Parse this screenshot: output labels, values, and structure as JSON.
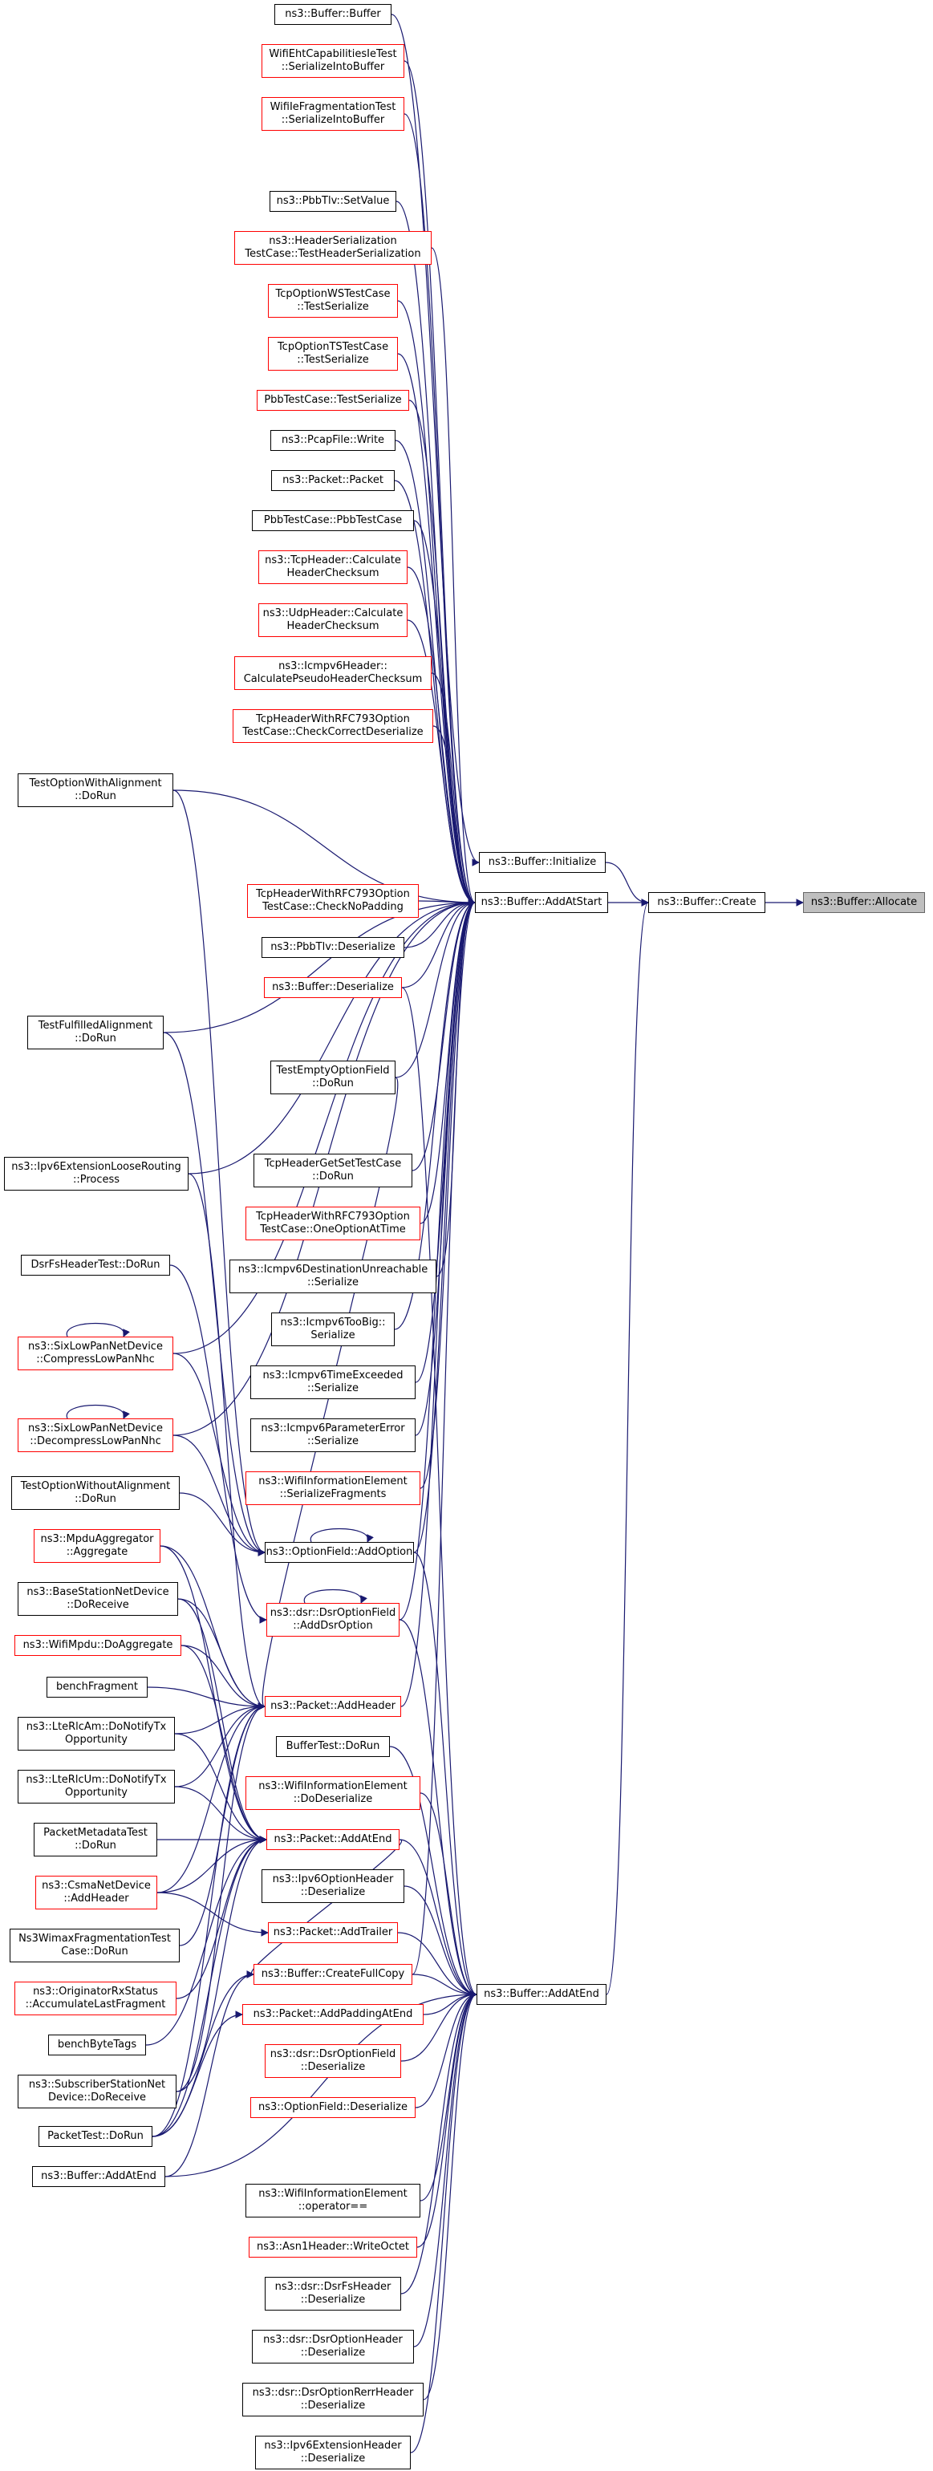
{
  "colors": {
    "edge": "#191970",
    "box": "#000000",
    "red_box": "#ff0000",
    "root_fill": "#bfbfbf",
    "root_border": "#666666"
  },
  "nodes": {
    "buffer_allocate": [
      "ns3::Buffer::Allocate"
    ],
    "buffer_create": [
      "ns3::Buffer::Create"
    ],
    "buffer_initialize": [
      "ns3::Buffer::Initialize"
    ],
    "buffer_addatstart": [
      "ns3::Buffer::AddAtStart"
    ],
    "buffer_addatend": [
      "ns3::Buffer::AddAtEnd"
    ],
    "buffer_buffer": [
      "ns3::Buffer::Buffer"
    ],
    "wifieht_serialize": [
      "WifiEhtCapabilitiesIeTest",
      "::SerializeIntoBuffer"
    ],
    "wifiie_frag_serialize": [
      "WifiIeFragmentationTest",
      "::SerializeIntoBuffer"
    ],
    "pbbtlv_setvalue": [
      "ns3::PbbTlv::SetValue"
    ],
    "headerserial_testcase": [
      "ns3::HeaderSerialization",
      "TestCase::TestHeaderSerialization"
    ],
    "tcpoptws_testserialize": [
      "TcpOptionWSTestCase",
      "::TestSerialize"
    ],
    "tcpoptts_testserialize": [
      "TcpOptionTSTestCase",
      "::TestSerialize"
    ],
    "pbbtestcase_testserialize": [
      "PbbTestCase::TestSerialize"
    ],
    "pcapfile_write": [
      "ns3::PcapFile::Write"
    ],
    "packet_packet": [
      "ns3::Packet::Packet"
    ],
    "pbbtestcase_pbbtestcase": [
      "PbbTestCase::PbbTestCase"
    ],
    "tcpheader_checksum": [
      "ns3::TcpHeader::Calculate",
      "HeaderChecksum"
    ],
    "udpheader_checksum": [
      "ns3::UdpHeader::Calculate",
      "HeaderChecksum"
    ],
    "icmpv6header_pseudo": [
      "ns3::Icmpv6Header::",
      "CalculatePseudoHeaderChecksum"
    ],
    "tcprfc793_checkcorrect": [
      "TcpHeaderWithRFC793Option",
      "TestCase::CheckCorrectDeserialize"
    ],
    "testoptwithalign_dorun": [
      "TestOptionWithAlignment",
      "::DoRun"
    ],
    "tcprfc793_checknopadding": [
      "TcpHeaderWithRFC793Option",
      "TestCase::CheckNoPadding"
    ],
    "pbbtlv_deserialize": [
      "ns3::PbbTlv::Deserialize"
    ],
    "buffer_deserialize": [
      "ns3::Buffer::Deserialize"
    ],
    "testfulfilledalign_dorun": [
      "TestFulfilledAlignment",
      "::DoRun"
    ],
    "testemptyoptfield_dorun": [
      "TestEmptyOptionField",
      "::DoRun"
    ],
    "ipv6extloose_process": [
      "ns3::Ipv6ExtensionLooseRouting",
      "::Process"
    ],
    "tcpheadergetset_dorun": [
      "TcpHeaderGetSetTestCase",
      "::DoRun"
    ],
    "tcprfc793_oneopt": [
      "TcpHeaderWithRFC793Option",
      "TestCase::OneOptionAtTime"
    ],
    "dsrfsheadertest_dorun": [
      "DsrFsHeaderTest::DoRun"
    ],
    "icmpv6destunreach_serialize": [
      "ns3::Icmpv6DestinationUnreachable",
      "::Serialize"
    ],
    "sixlowpan_compress": [
      "ns3::SixLowPanNetDevice",
      "::CompressLowPanNhc"
    ],
    "icmpv6toobig_serialize": [
      "ns3::Icmpv6TooBig::",
      "Serialize"
    ],
    "icmpv6timeexceeded_serialize": [
      "ns3::Icmpv6TimeExceeded",
      "::Serialize"
    ],
    "sixlowpan_decompress": [
      "ns3::SixLowPanNetDevice",
      "::DecompressLowPanNhc"
    ],
    "icmpv6paramerror_serialize": [
      "ns3::Icmpv6ParameterError",
      "::Serialize"
    ],
    "testoptwithoutalign_dorun": [
      "TestOptionWithoutAlignment",
      "::DoRun"
    ],
    "wifiinfo_serializefrag": [
      "ns3::WifiInformationElement",
      "::SerializeFragments"
    ],
    "mpduaggregator_aggregate": [
      "ns3::MpduAggregator",
      "::Aggregate"
    ],
    "optionfield_addoption": [
      "ns3::OptionField::AddOption"
    ],
    "basestation_doreceive": [
      "ns3::BaseStationNetDevice",
      "::DoReceive"
    ],
    "dsroptionfield_adddsroption": [
      "ns3::dsr::DsrOptionField",
      "::AddDsrOption"
    ],
    "wifimpdu_doaggregate": [
      "ns3::WifiMpdu::DoAggregate"
    ],
    "benchfragment": [
      "benchFragment"
    ],
    "packet_addheader": [
      "ns3::Packet::AddHeader"
    ],
    "lterlcam_notify": [
      "ns3::LteRlcAm::DoNotifyTx",
      "Opportunity"
    ],
    "buffertest_dorun": [
      "BufferTest::DoRun"
    ],
    "lterlcum_notify": [
      "ns3::LteRlcUm::DoNotifyTx",
      "Opportunity"
    ],
    "wifiinfo_dodeserialize": [
      "ns3::WifiInformationElement",
      "::DoDeserialize"
    ],
    "packetmetadatatest_dorun": [
      "PacketMetadataTest",
      "::DoRun"
    ],
    "packet_addatend": [
      "ns3::Packet::AddAtEnd"
    ],
    "csmanetdevice_addheader": [
      "ns3::CsmaNetDevice",
      "::AddHeader"
    ],
    "ipv6optionheader_deserialize": [
      "ns3::Ipv6OptionHeader",
      "::Deserialize"
    ],
    "ns3wimaxfrag_dorun": [
      "Ns3WimaxFragmentationTest",
      "Case::DoRun"
    ],
    "packet_addtrailer": [
      "ns3::Packet::AddTrailer"
    ],
    "originatorrx_accumulate": [
      "ns3::OriginatorRxStatus",
      "::AccumulateLastFragment"
    ],
    "buffer_createfullcopy": [
      "ns3::Buffer::CreateFullCopy"
    ],
    "packet_addpaddingatend": [
      "ns3::Packet::AddPaddingAtEnd"
    ],
    "benchbytetags": [
      "benchByteTags"
    ],
    "dsroptionfield_deserialize": [
      "ns3::dsr::DsrOptionField",
      "::Deserialize"
    ],
    "subscriberstation_doreceive": [
      "ns3::SubscriberStationNet",
      "Device::DoReceive"
    ],
    "optionfield_deserialize": [
      "ns3::OptionField::Deserialize"
    ],
    "packettest_dorun": [
      "PacketTest::DoRun"
    ],
    "buffer_addatend_left": [
      "ns3::Buffer::AddAtEnd"
    ],
    "wifiinfo_operator": [
      "ns3::WifiInformationElement",
      "::operator=="
    ],
    "asn1header_writeoctet": [
      "ns3::Asn1Header::WriteOctet"
    ],
    "dsrfsheader_deserialize": [
      "ns3::dsr::DsrFsHeader",
      "::Deserialize"
    ],
    "dsroptionheader_deserialize": [
      "ns3::dsr::DsrOptionHeader",
      "::Deserialize"
    ],
    "dsroptionrerrheader_deserialize": [
      "ns3::dsr::DsrOptionRerrHeader",
      "::Deserialize"
    ],
    "ipv6extheader_deserialize": [
      "ns3::Ipv6ExtensionHeader",
      "::Deserialize"
    ]
  },
  "edges": [
    [
      "buffer_create",
      "buffer_allocate"
    ],
    [
      "buffer_initialize",
      "buffer_create"
    ],
    [
      "buffer_addatstart",
      "buffer_create"
    ],
    [
      "buffer_addatend",
      "buffer_create"
    ],
    [
      "buffer_buffer",
      "buffer_initialize"
    ],
    [
      "wifieht_serialize",
      "buffer_addatstart"
    ],
    [
      "wifiie_frag_serialize",
      "buffer_addatstart"
    ],
    [
      "pbbtlv_setvalue",
      "buffer_addatstart"
    ],
    [
      "headerserial_testcase",
      "buffer_addatstart"
    ],
    [
      "tcpoptws_testserialize",
      "buffer_addatstart"
    ],
    [
      "tcpoptts_testserialize",
      "buffer_addatstart"
    ],
    [
      "pbbtestcase_testserialize",
      "buffer_addatstart"
    ],
    [
      "pcapfile_write",
      "buffer_addatstart"
    ],
    [
      "packet_packet",
      "buffer_addatstart"
    ],
    [
      "pbbtestcase_pbbtestcase",
      "buffer_addatstart"
    ],
    [
      "tcpheader_checksum",
      "buffer_addatstart"
    ],
    [
      "udpheader_checksum",
      "buffer_addatstart"
    ],
    [
      "icmpv6header_pseudo",
      "buffer_addatstart"
    ],
    [
      "tcprfc793_checkcorrect",
      "buffer_addatstart"
    ],
    [
      "testoptwithalign_dorun",
      "buffer_addatstart"
    ],
    [
      "tcprfc793_checknopadding",
      "buffer_addatstart"
    ],
    [
      "pbbtlv_deserialize",
      "buffer_addatstart"
    ],
    [
      "buffer_deserialize",
      "buffer_addatstart"
    ],
    [
      "testfulfilledalign_dorun",
      "buffer_addatstart"
    ],
    [
      "testemptyoptfield_dorun",
      "buffer_addatstart"
    ],
    [
      "tcpheadergetset_dorun",
      "buffer_addatstart"
    ],
    [
      "tcprfc793_oneopt",
      "buffer_addatstart"
    ],
    [
      "icmpv6destunreach_serialize",
      "buffer_addatstart"
    ],
    [
      "icmpv6toobig_serialize",
      "buffer_addatstart"
    ],
    [
      "icmpv6timeexceeded_serialize",
      "buffer_addatstart"
    ],
    [
      "icmpv6paramerror_serialize",
      "buffer_addatstart"
    ],
    [
      "wifiinfo_serializefrag",
      "buffer_addatstart"
    ],
    [
      "optionfield_addoption",
      "buffer_addatstart"
    ],
    [
      "dsroptionfield_adddsroption",
      "buffer_addatstart"
    ],
    [
      "packet_addheader",
      "buffer_addatstart"
    ],
    [
      "buffer_createfullcopy",
      "buffer_addatstart"
    ],
    [
      "buffer_deserialize",
      "buffer_addatend"
    ],
    [
      "optionfield_addoption",
      "buffer_addatend"
    ],
    [
      "dsroptionfield_adddsroption",
      "buffer_addatend"
    ],
    [
      "buffertest_dorun",
      "buffer_addatend"
    ],
    [
      "wifiinfo_dodeserialize",
      "buffer_addatend"
    ],
    [
      "packet_addatend",
      "buffer_addatend"
    ],
    [
      "ipv6optionheader_deserialize",
      "buffer_addatend"
    ],
    [
      "packet_addtrailer",
      "buffer_addatend"
    ],
    [
      "buffer_createfullcopy",
      "buffer_addatend"
    ],
    [
      "packet_addpaddingatend",
      "buffer_addatend"
    ],
    [
      "dsroptionfield_deserialize",
      "buffer_addatend"
    ],
    [
      "optionfield_deserialize",
      "buffer_addatend"
    ],
    [
      "buffer_addatend_left",
      "buffer_addatend"
    ],
    [
      "wifiinfo_operator",
      "buffer_addatend"
    ],
    [
      "asn1header_writeoctet",
      "buffer_addatend"
    ],
    [
      "dsrfsheader_deserialize",
      "buffer_addatend"
    ],
    [
      "dsroptionheader_deserialize",
      "buffer_addatend"
    ],
    [
      "dsroptionrerrheader_deserialize",
      "buffer_addatend"
    ],
    [
      "ipv6extheader_deserialize",
      "buffer_addatend"
    ],
    [
      "optionfield_addoption",
      "optionfield_addoption"
    ],
    [
      "dsroptionfield_adddsroption",
      "dsroptionfield_adddsroption"
    ],
    [
      "sixlowpan_compress",
      "sixlowpan_compress"
    ],
    [
      "sixlowpan_decompress",
      "sixlowpan_decompress"
    ],
    [
      "testoptwithalign_dorun",
      "optionfield_addoption"
    ],
    [
      "testfulfilledalign_dorun",
      "optionfield_addoption"
    ],
    [
      "testoptwithoutalign_dorun",
      "optionfield_addoption"
    ],
    [
      "sixlowpan_compress",
      "optionfield_addoption"
    ],
    [
      "sixlowpan_decompress",
      "optionfield_addoption"
    ],
    [
      "ipv6extloose_process",
      "buffer_addatstart"
    ],
    [
      "dsrfsheadertest_dorun",
      "dsroptionfield_adddsroption"
    ],
    [
      "sixlowpan_compress",
      "buffer_addatstart"
    ],
    [
      "sixlowpan_decompress",
      "buffer_addatstart"
    ],
    [
      "mpduaggregator_aggregate",
      "packet_addheader"
    ],
    [
      "basestation_doreceive",
      "packet_addheader"
    ],
    [
      "wifimpdu_doaggregate",
      "packet_addheader"
    ],
    [
      "benchfragment",
      "packet_addheader"
    ],
    [
      "lterlcam_notify",
      "packet_addheader"
    ],
    [
      "lterlcum_notify",
      "packet_addheader"
    ],
    [
      "csmanetdevice_addheader",
      "packet_addheader"
    ],
    [
      "ns3wimaxfrag_dorun",
      "packet_addheader"
    ],
    [
      "packettest_dorun",
      "packet_addheader"
    ],
    [
      "subscriberstation_doreceive",
      "packet_addheader"
    ],
    [
      "testemptyoptfield_dorun",
      "packet_addheader"
    ],
    [
      "ipv6extloose_process",
      "packet_addheader"
    ],
    [
      "mpduaggregator_aggregate",
      "packet_addatend"
    ],
    [
      "basestation_doreceive",
      "packet_addatend"
    ],
    [
      "wifimpdu_doaggregate",
      "packet_addatend"
    ],
    [
      "lterlcam_notify",
      "packet_addatend"
    ],
    [
      "lterlcum_notify",
      "packet_addatend"
    ],
    [
      "packetmetadatatest_dorun",
      "packet_addatend"
    ],
    [
      "csmanetdevice_addheader",
      "packet_addatend"
    ],
    [
      "originatorrx_accumulate",
      "packet_addatend"
    ],
    [
      "benchbytetags",
      "packet_addatend"
    ],
    [
      "packettest_dorun",
      "packet_addatend"
    ],
    [
      "subscriberstation_doreceive",
      "packet_addatend"
    ],
    [
      "csmanetdevice_addheader",
      "packet_addtrailer"
    ],
    [
      "packettest_dorun",
      "packet_addpaddingatend"
    ],
    [
      "packettest_dorun",
      "buffer_createfullcopy"
    ],
    [
      "buffer_addatend_left",
      "buffer_createfullcopy"
    ],
    [
      "packet_addatend",
      "buffer_createfullcopy"
    ]
  ]
}
